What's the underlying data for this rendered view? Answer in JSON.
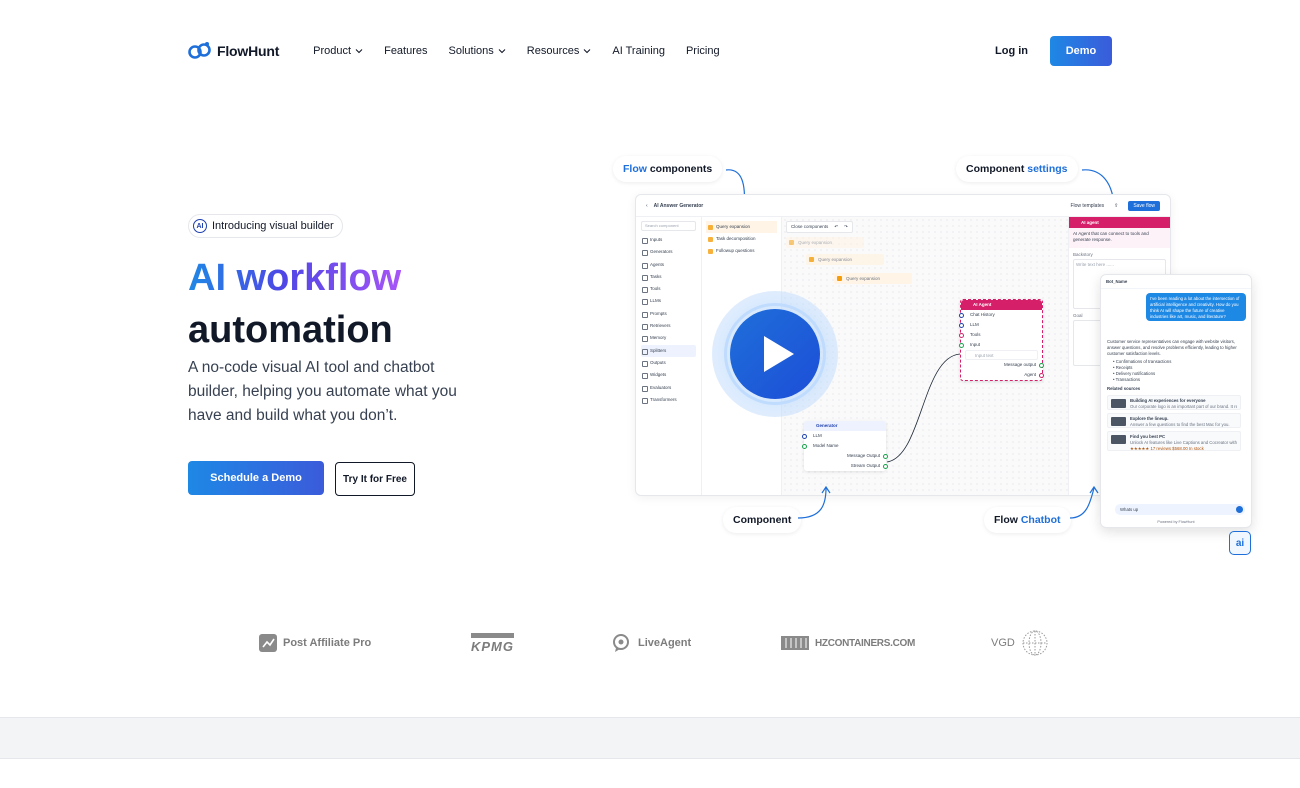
{
  "brand": {
    "name": "FlowHunt"
  },
  "nav": {
    "items": [
      {
        "label": "Product",
        "dropdown": true
      },
      {
        "label": "Features",
        "dropdown": false
      },
      {
        "label": "Solutions",
        "dropdown": true
      },
      {
        "label": "Resources",
        "dropdown": true
      },
      {
        "label": "AI Training",
        "dropdown": false
      },
      {
        "label": "Pricing",
        "dropdown": false
      }
    ],
    "login": "Log in",
    "demo": "Demo"
  },
  "hero": {
    "badge": "Introducing visual builder",
    "title_gradient": "AI workflow",
    "title_plain": "automation",
    "subtitle": "A no-code visual AI tool and chatbot builder, helping you automate what you have and build what you don’t.",
    "cta_primary": "Schedule a Demo",
    "cta_secondary": "Try It for Free"
  },
  "illustration": {
    "callouts": {
      "flow_components": {
        "plain": "components",
        "accent": "Flow"
      },
      "component_settings": {
        "plain": "Component",
        "accent": "settings"
      },
      "component": "Component",
      "flow_chatbot": {
        "plain": "Flow",
        "accent": "Chatbot"
      }
    },
    "app": {
      "title": "AI Answer Generator",
      "flow_templates": "Flow templates",
      "save": "Save flow",
      "search_placeholder": "Search component",
      "categories": [
        "Inputs",
        "Generators",
        "Agents",
        "Tasks",
        "Tools",
        "LLMs",
        "Prompts",
        "Retrievers",
        "Memory",
        "Splitters",
        "Outputs",
        "Widgets",
        "Evaluators",
        "Transformers"
      ],
      "selected_category": "Splitters",
      "sub_items": [
        "Query expansion",
        "Task decomposition",
        "Followup questions"
      ],
      "close_components": "Close components",
      "canvas_chips": [
        "Query expansion",
        "Query expansion",
        "Query expansion"
      ],
      "ai_agent_node": {
        "title": "AI Agent",
        "rows": [
          "Chat History",
          "LLM",
          "Tools",
          "Input"
        ],
        "input_placeholder": "Input text",
        "outputs": [
          "Message output",
          "Agent"
        ]
      },
      "generator_node": {
        "title": "Generator",
        "rows": [
          "LLM",
          "Model Name"
        ],
        "outputs": [
          "Message Output",
          "Stream Output"
        ]
      },
      "settings": {
        "title": "AI agent",
        "description": "AI Agent that can connect to tools and generate response.",
        "backstory_label": "Backstory",
        "backstory_placeholder": "Write text here ......",
        "goal_label": "Goal"
      }
    },
    "chat": {
      "bot_name": "Bot_Name",
      "user_message": "I’ve been reading a lot about the intersection of artificial intelligence and creativity. How do you think AI will shape the future of creative industries like art, music, and literature?",
      "bot_reply": "Customer service representatives can engage with website visitors, answer questions, and resolve problems efficiently, leading to higher customer satisfaction levels.",
      "bullets": [
        "Confirmations of transactions",
        "Receipts",
        "Delivery notifications",
        "Transactions"
      ],
      "related_sources": "Related sources",
      "sources": [
        {
          "title": "Building AI experiences for everyone",
          "desc": "Our corporate logo is an important part of our brand. It repres..."
        },
        {
          "title": "Explore the lineup.",
          "desc": "Answer a few questions to find the best Mac for you."
        },
        {
          "title": "Find you best PC",
          "desc": "Unlock AI features like Live Captions and Cocreator with the n...",
          "meta": "★★★★★ 17 reviews  $568.00  In stock"
        }
      ],
      "input_value": "Whats up",
      "powered_by": "Powered by FlowHunt",
      "fab": "ai"
    }
  },
  "logos": [
    "Post Affiliate Pro",
    "KPMG",
    "LiveAgent",
    "HZCONTAINERS.COM",
    "VGD"
  ],
  "colors": {
    "accent": "#1e6fd9",
    "gradient_start": "#1e88e5",
    "gradient_end": "#a855f7",
    "agent": "#d61f69"
  }
}
